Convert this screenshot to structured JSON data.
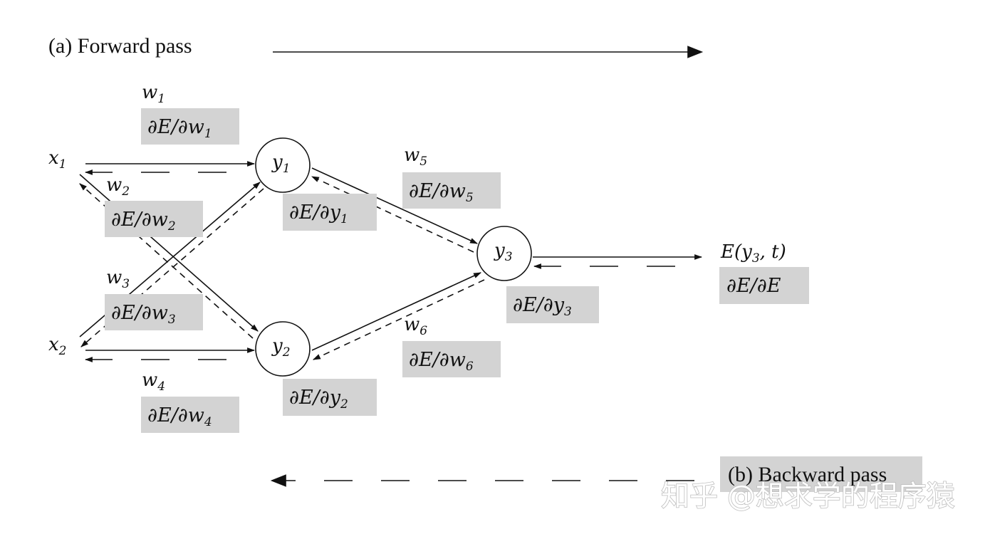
{
  "title_forward": "(a) Forward pass",
  "title_backward": "(b) Backward pass",
  "watermark": "知乎 @想求学的程序猿",
  "inputs": [
    {
      "id": "x1",
      "base": "x",
      "sub": "1"
    },
    {
      "id": "x2",
      "base": "x",
      "sub": "2"
    }
  ],
  "nodes": [
    {
      "id": "y1",
      "base": "y",
      "sub": "1",
      "grad": "∂E/∂y",
      "grad_sub": "1"
    },
    {
      "id": "y2",
      "base": "y",
      "sub": "2",
      "grad": "∂E/∂y",
      "grad_sub": "2"
    },
    {
      "id": "y3",
      "base": "y",
      "sub": "3",
      "grad": "∂E/∂y",
      "grad_sub": "3"
    }
  ],
  "weights": [
    {
      "id": "w1",
      "base": "w",
      "sub": "1",
      "grad": "∂E/∂w",
      "grad_sub": "1"
    },
    {
      "id": "w2",
      "base": "w",
      "sub": "2",
      "grad": "∂E/∂w",
      "grad_sub": "2"
    },
    {
      "id": "w3",
      "base": "w",
      "sub": "3",
      "grad": "∂E/∂w",
      "grad_sub": "3"
    },
    {
      "id": "w4",
      "base": "w",
      "sub": "4",
      "grad": "∂E/∂w",
      "grad_sub": "4"
    },
    {
      "id": "w5",
      "base": "w",
      "sub": "5",
      "grad": "∂E/∂w",
      "grad_sub": "5"
    },
    {
      "id": "w6",
      "base": "w",
      "sub": "6",
      "grad": "∂E/∂w",
      "grad_sub": "6"
    }
  ],
  "output": {
    "pre": "E(y",
    "sub": "3",
    "post": ", t)",
    "grad": "∂E/∂E"
  },
  "colors": {
    "gradient_box": "#d3d3d3",
    "line": "#111111"
  }
}
